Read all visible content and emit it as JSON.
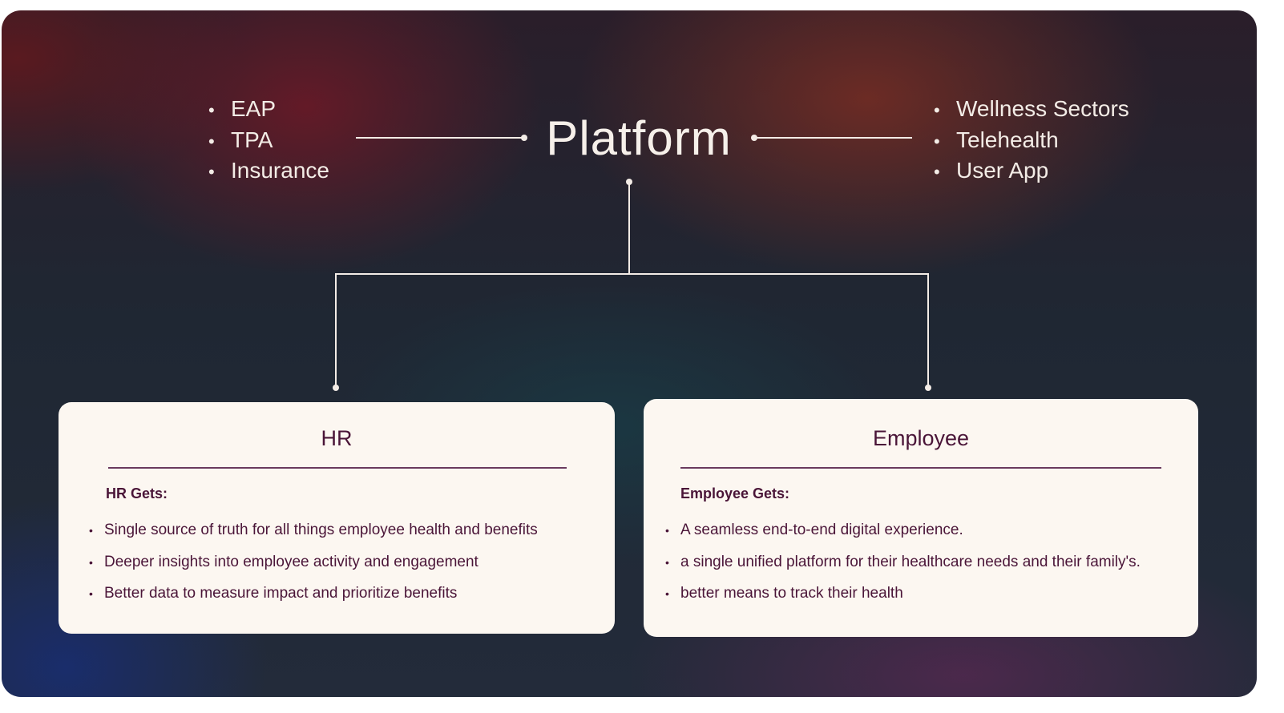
{
  "diagram": {
    "center": {
      "title": "Platform"
    },
    "left_items": [
      "EAP",
      "TPA",
      "Insurance"
    ],
    "right_items": [
      "Wellness Sectors",
      "Telehealth",
      "User App"
    ],
    "hr_card": {
      "title": "HR",
      "subtitle": "HR Gets:",
      "points": [
        "Single source of truth for all things employee health and benefits",
        "Deeper insights into employee activity and engagement",
        "Better data to measure impact and prioritize benefits"
      ]
    },
    "employee_card": {
      "title": "Employee",
      "subtitle": "Employee Gets:",
      "points": [
        "A seamless end-to-end digital experience.",
        "a single unified platform for their healthcare needs and their family's.",
        "better means to track their health"
      ]
    }
  },
  "colors": {
    "card_background": "#fcf7f1",
    "card_text": "#4a1538",
    "connector": "#f3ece6",
    "title_text": "#f6f0ea"
  },
  "bullet_symbol": "•"
}
